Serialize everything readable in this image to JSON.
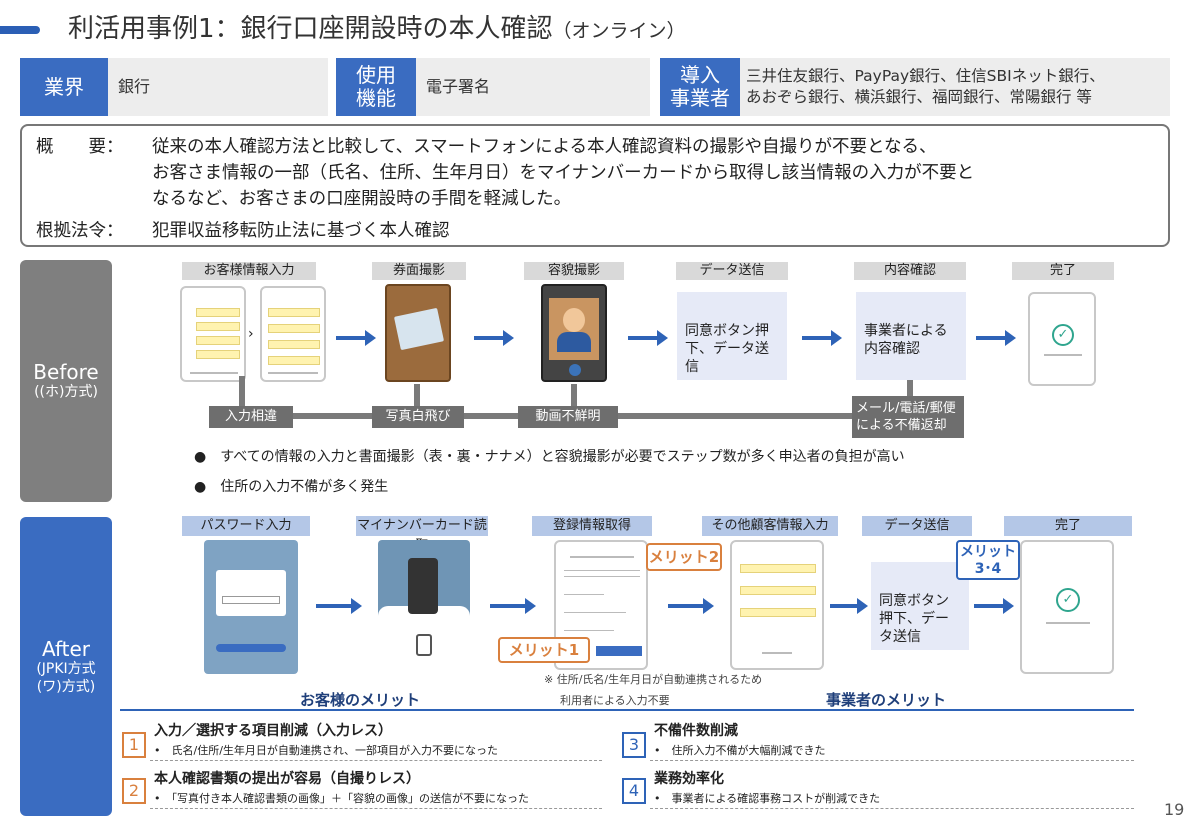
{
  "header": {
    "title": "利活用事例1：銀行口座開設時の本人確認",
    "title_suffix": "（オンライン）"
  },
  "tags": {
    "industry_label": "業界",
    "industry_value": "銀行",
    "function_label": "使用\n機能",
    "function_value": "電子署名",
    "adopters_label": "導入\n事業者",
    "adopters_value_line1": "三井住友銀行、PayPay銀行、住信SBIネット銀行、",
    "adopters_value_line2": "あおぞら銀行、横浜銀行、福岡銀行、常陽銀行 等"
  },
  "overview": {
    "summary_label": "概　　要：",
    "summary_line1": "従来の本人確認方法と比較して、スマートフォンによる本人確認資料の撮影や自撮りが不要となる、",
    "summary_line2": "お客さま情報の一部（氏名、住所、生年月日）をマイナンバーカードから取得し該当情報の入力が不要と",
    "summary_line3": "なるなど、お客さまの口座開設時の手間を軽減した。",
    "law_label": "根拠法令：",
    "law_value": "犯罪収益移転防止法に基づく本人確認"
  },
  "before": {
    "label": "Before",
    "sub": "((ホ)方式)",
    "steps": [
      "お客様情報入力",
      "券面撮影",
      "容貌撮影",
      "データ送信",
      "内容確認",
      "完了"
    ],
    "send_text": "同意ボタン押下、データ送信",
    "confirm_text": "事業者による内容確認",
    "issues": [
      "入力相違",
      "写真白飛び",
      "動画不鮮明",
      "メール/電話/郵便による不備返却"
    ],
    "bullets": [
      "すべての情報の入力と書面撮影（表・裏・ナナメ）と容貌撮影が必要でステップ数が多く申込者の負担が高い",
      "住所の入力不備が多く発生"
    ]
  },
  "after": {
    "label": "After",
    "sub1": "(JPKI方式",
    "sub2": "(ワ)方式)",
    "steps": [
      "パスワード入力",
      "マイナンバーカード読取",
      "登録情報取得",
      "その他顧客情報入力",
      "データ送信",
      "完了"
    ],
    "send_text": "同意ボタン押下、データ送信",
    "merit1": "メリット1",
    "merit2": "メリット2",
    "merit34": "メリット\n3･4",
    "note1": "※ 住所/氏名/生年月日が自動連携されるため",
    "note2": "利用者による入力不要"
  },
  "merits": {
    "customer_heading": "お客様のメリット",
    "business_heading": "事業者のメリット",
    "items": [
      {
        "num": "1",
        "title": "入力／選択する項目削減（入力レス）",
        "desc": "氏名/住所/生年月日が自動連携され、一部項目が入力不要になった"
      },
      {
        "num": "2",
        "title": "本人確認書類の提出が容易（自撮りレス）",
        "desc": "「写真付き本人確認書類の画像」＋「容貌の画像」の送信が不要になった"
      },
      {
        "num": "3",
        "title": "不備件数削減",
        "desc": "住所入力不備が大幅削減できた"
      },
      {
        "num": "4",
        "title": "業務効率化",
        "desc": "事業者による確認事務コストが削減できた"
      }
    ]
  },
  "page_number": "19",
  "colors": {
    "accent": "#3a6cc1",
    "gray_side": "#7f7f7f",
    "orange": "#d9803e"
  },
  "icons": {
    "bullet": "●",
    "check": "✓"
  }
}
